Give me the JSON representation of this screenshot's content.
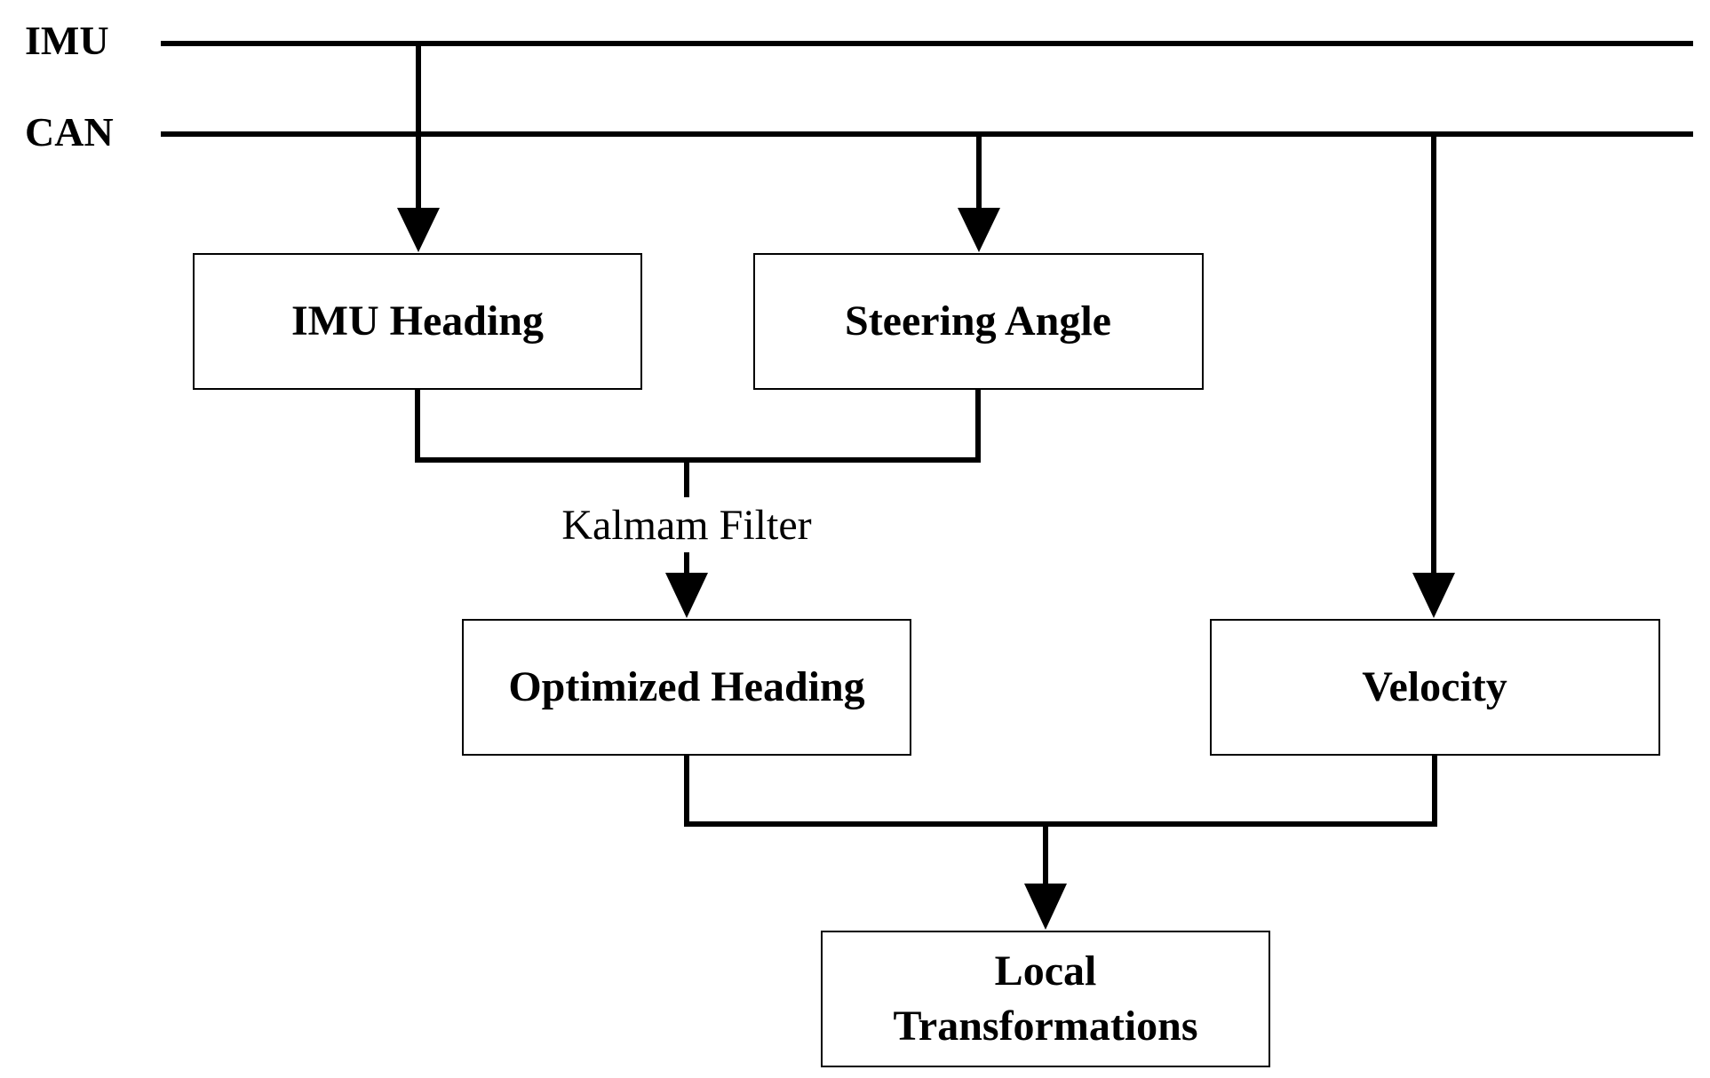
{
  "buses": {
    "imu": "IMU",
    "can": "CAN"
  },
  "nodes": {
    "imu_heading": "IMU Heading",
    "steering_angle": "Steering Angle",
    "optimized_heading": "Optimized Heading",
    "velocity": "Velocity",
    "local_transformations_line1": "Local",
    "local_transformations_line2": "Transformations"
  },
  "edges": {
    "kalman_filter": "Kalmam Filter"
  },
  "connections": [
    {
      "from": "IMU",
      "to": "IMU Heading"
    },
    {
      "from": "CAN",
      "to": "Steering Angle"
    },
    {
      "from": "CAN",
      "to": "Velocity"
    },
    {
      "from": "IMU Heading",
      "to": "Optimized Heading",
      "via": "Kalmam Filter"
    },
    {
      "from": "Steering Angle",
      "to": "Optimized Heading",
      "via": "Kalmam Filter"
    },
    {
      "from": "Optimized Heading",
      "to": "Local Transformations"
    },
    {
      "from": "Velocity",
      "to": "Local Transformations"
    }
  ]
}
